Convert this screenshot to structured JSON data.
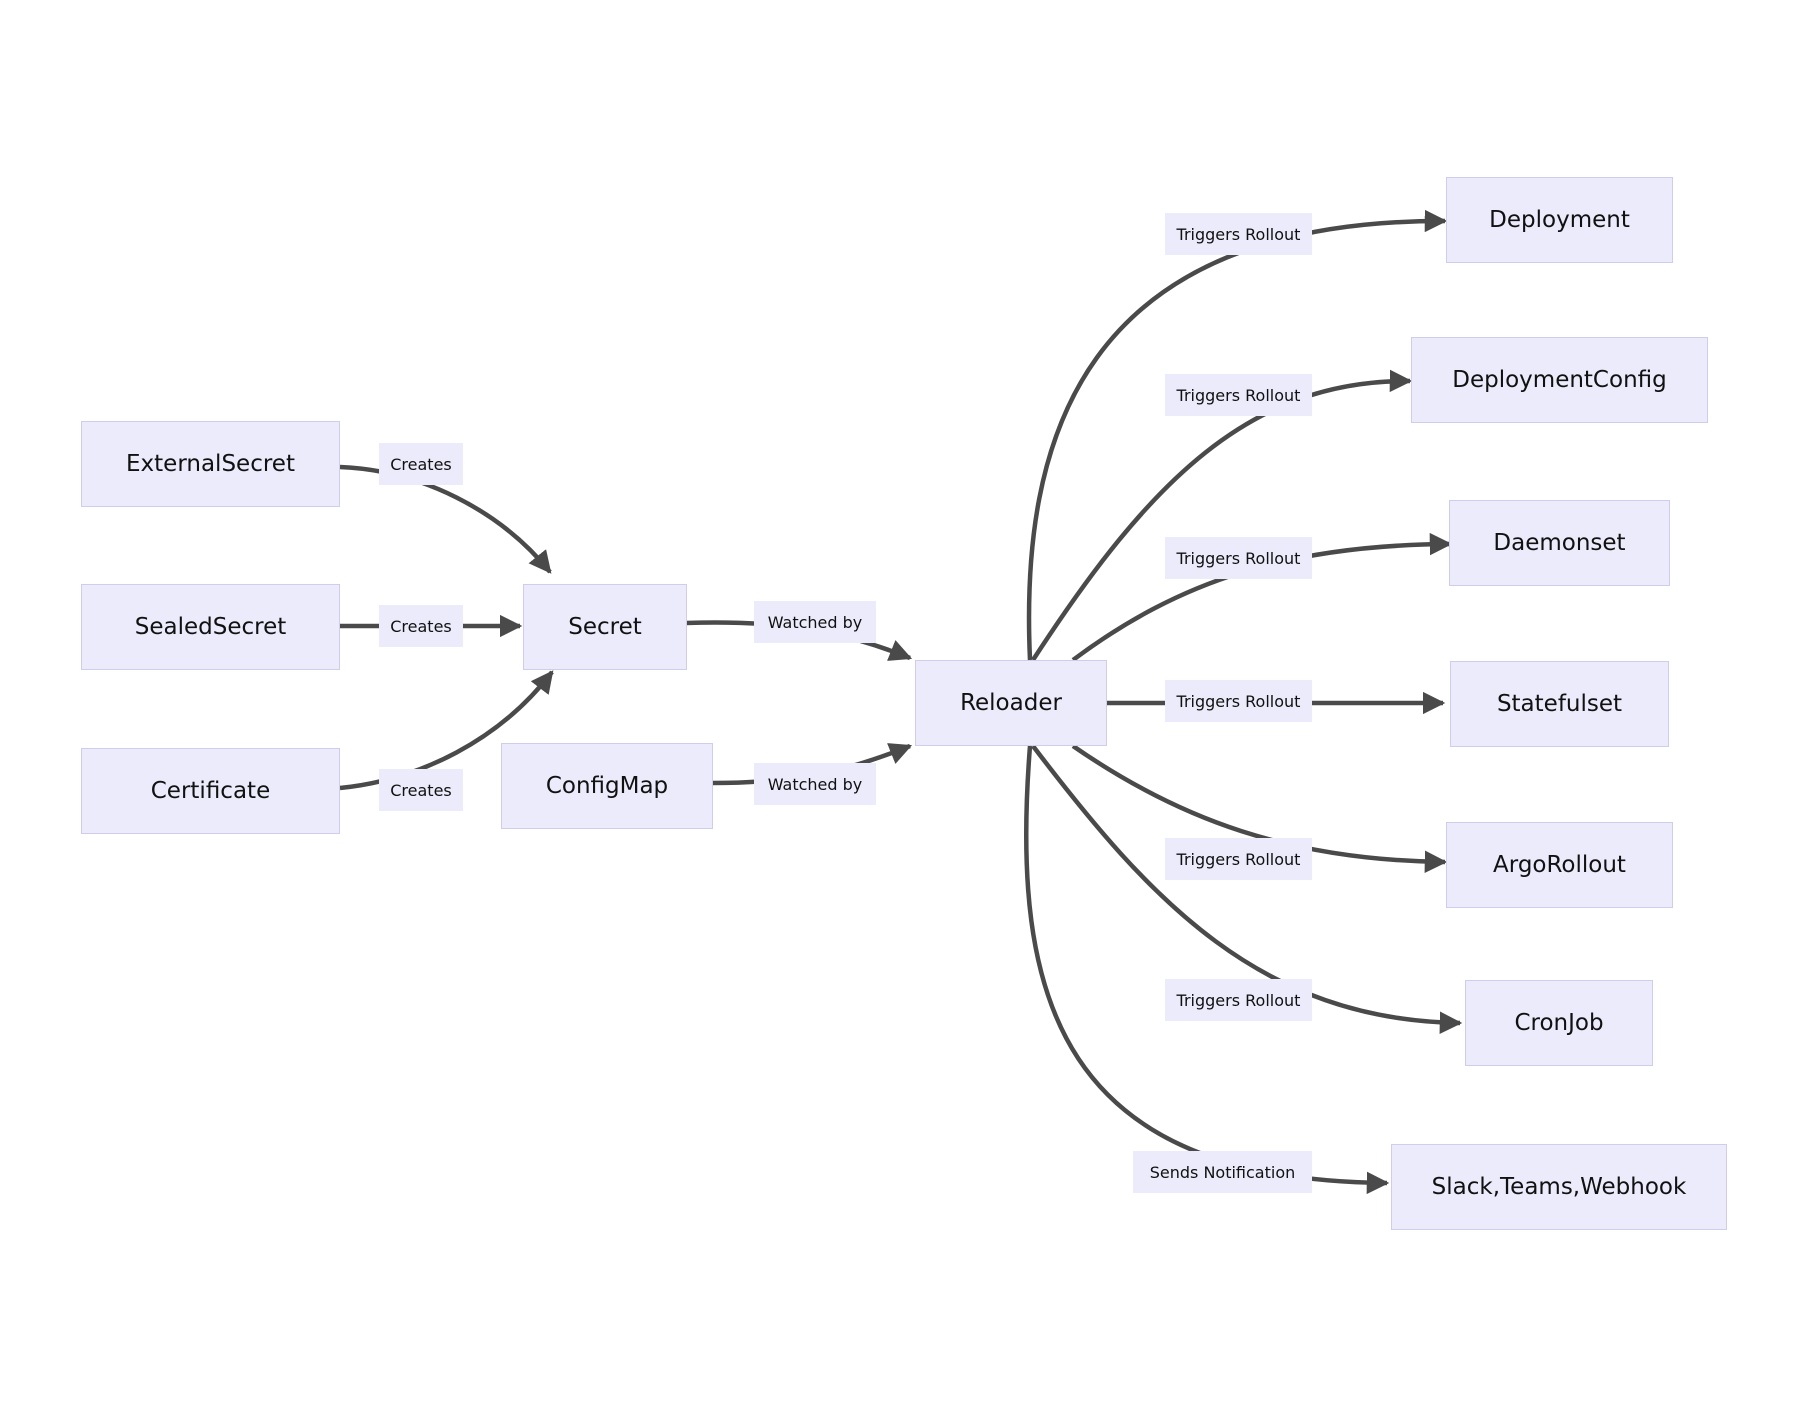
{
  "colors": {
    "node_fill": "#EBEBFB",
    "node_border": "#D0CDEB",
    "edge": "#4A4A4A",
    "label_fill": "#EBEBFB",
    "text": "#111111"
  },
  "nodes": {
    "external_secret": "ExternalSecret",
    "sealed_secret": "SealedSecret",
    "certificate": "Certificate",
    "secret": "Secret",
    "configmap": "ConfigMap",
    "reloader": "Reloader",
    "deployment": "Deployment",
    "deployment_config": "DeploymentConfig",
    "daemonset": "Daemonset",
    "statefulset": "Statefulset",
    "argo_rollout": "ArgoRollout",
    "cronjob": "CronJob",
    "notification_targets": "Slack,Teams,Webhook"
  },
  "edges": [
    {
      "from": "ExternalSecret",
      "to": "Secret",
      "label": "Creates"
    },
    {
      "from": "SealedSecret",
      "to": "Secret",
      "label": "Creates"
    },
    {
      "from": "Certificate",
      "to": "Secret",
      "label": "Creates"
    },
    {
      "from": "Secret",
      "to": "Reloader",
      "label": "Watched by"
    },
    {
      "from": "ConfigMap",
      "to": "Reloader",
      "label": "Watched by"
    },
    {
      "from": "Reloader",
      "to": "Deployment",
      "label": "Triggers Rollout"
    },
    {
      "from": "Reloader",
      "to": "DeploymentConfig",
      "label": "Triggers Rollout"
    },
    {
      "from": "Reloader",
      "to": "Daemonset",
      "label": "Triggers Rollout"
    },
    {
      "from": "Reloader",
      "to": "Statefulset",
      "label": "Triggers Rollout"
    },
    {
      "from": "Reloader",
      "to": "ArgoRollout",
      "label": "Triggers Rollout"
    },
    {
      "from": "Reloader",
      "to": "CronJob",
      "label": "Triggers Rollout"
    },
    {
      "from": "Reloader",
      "to": "Slack,Teams,Webhook",
      "label": "Sends Notification"
    }
  ]
}
